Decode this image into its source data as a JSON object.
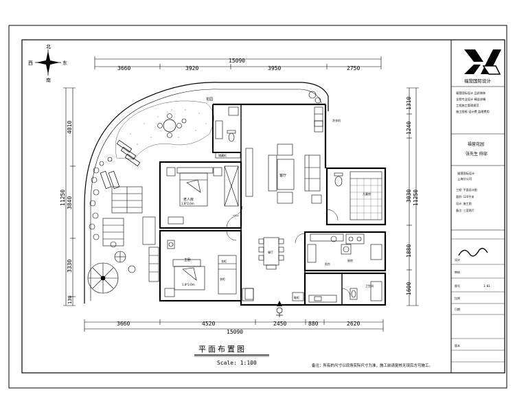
{
  "compass": {
    "north": "北",
    "south": "南",
    "west": "西",
    "east": "东"
  },
  "dimensions": {
    "top_total": "15090",
    "top": [
      "3660",
      "3920",
      "3950",
      "2750"
    ],
    "bottom_total": "15090",
    "bottom": [
      "3660",
      "4520",
      "2450",
      "880",
      "2620"
    ],
    "left_total": "11250",
    "left": [
      "4010",
      "3840",
      "3330",
      "130"
    ],
    "right_total": "11250",
    "right": [
      "1310",
      "1240",
      "3030",
      "1880",
      "1600"
    ]
  },
  "rooms": {
    "master_bed": "主卧",
    "master_bed_floor": "1.8*2.0m",
    "old_room": "老人房",
    "old_room_floor": "1.8*2.0m",
    "living": "客厅",
    "storage": "储藏柜",
    "toilet": "卫生间",
    "kitchen": "厨房",
    "dining": "餐厅",
    "balcony": "阳台",
    "kids_room": "儿童房",
    "entry_shoe": "鞋柜",
    "wardrobe_a": "衣柜",
    "wardrobe_b": "衣柜",
    "wash": "洗衣机",
    "garden": "花园"
  },
  "title": {
    "main": "平面布置图",
    "scale": "Scale: 1:100"
  },
  "note": "备注：所有的尺寸以现场实际尺寸为准，施工前请复核无误后方可施工。",
  "titleblock": {
    "company": "福营国际设计",
    "intro": [
      "福营国际设计 品质装饰",
      "全程专业设计 精益求精",
      "工程施工管理规范",
      "施工图纸 设计费 监理费用"
    ],
    "project": "福营花园",
    "designer": "张先生 府邸",
    "client": "福营国际设计",
    "client2": "上海分公司",
    "specs": [
      "工程: 平面设计图",
      "面积: 120平米",
      "设计: 施工图",
      "备注: 三室两厅"
    ],
    "drawing_no": "1-01",
    "labels": [
      "设计",
      "审核",
      "图号",
      "比例",
      "日期",
      "版本"
    ]
  }
}
